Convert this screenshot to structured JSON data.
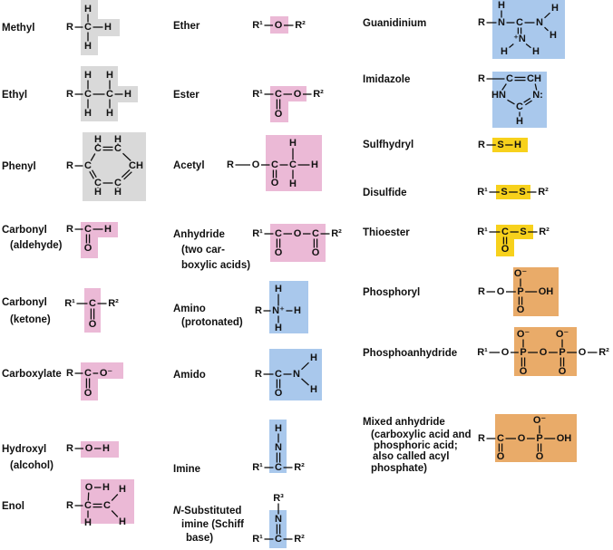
{
  "colors": {
    "alkyl": "#d9d9d9",
    "oxygen": "#ebb9d6",
    "nitrogen": "#a9c8ec",
    "sulfur": "#f7d11c",
    "phosphorus": "#e9ab69"
  },
  "groups": [
    {
      "id": "methyl",
      "name": "Methyl",
      "label_lines": [
        "Methyl"
      ],
      "color": "alkyl",
      "atoms": [
        "R",
        "C",
        "H",
        "H",
        "H"
      ]
    },
    {
      "id": "ethyl",
      "name": "Ethyl",
      "label_lines": [
        "Ethyl"
      ],
      "color": "alkyl",
      "atoms": [
        "R",
        "C",
        "C",
        "H",
        "H",
        "H",
        "H",
        "H"
      ]
    },
    {
      "id": "phenyl",
      "name": "Phenyl",
      "label_lines": [
        "Phenyl"
      ],
      "color": "alkyl",
      "atoms": [
        "R",
        "C",
        "C",
        "C",
        "CH",
        "C",
        "C",
        "H",
        "H",
        "H",
        "H"
      ]
    },
    {
      "id": "aldehyde",
      "name": "Carbonyl (aldehyde)",
      "label_lines": [
        "Carbonyl",
        "(aldehyde)"
      ],
      "color": "oxygen",
      "atoms": [
        "R",
        "C",
        "H",
        "O"
      ]
    },
    {
      "id": "ketone",
      "name": "Carbonyl (ketone)",
      "label_lines": [
        "Carbonyl",
        "(ketone)"
      ],
      "color": "oxygen",
      "atoms": [
        "R¹",
        "C",
        "R²",
        "O"
      ]
    },
    {
      "id": "carboxylate",
      "name": "Carboxylate",
      "label_lines": [
        "Carboxylate"
      ],
      "color": "oxygen",
      "atoms": [
        "R",
        "C",
        "O⁻",
        "O"
      ]
    },
    {
      "id": "hydroxyl",
      "name": "Hydroxyl (alcohol)",
      "label_lines": [
        "Hydroxyl",
        "(alcohol)"
      ],
      "color": "oxygen",
      "atoms": [
        "R",
        "O",
        "H"
      ]
    },
    {
      "id": "enol",
      "name": "Enol",
      "label_lines": [
        "Enol"
      ],
      "color": "oxygen",
      "atoms": [
        "R",
        "C",
        "C",
        "O",
        "H",
        "H",
        "H",
        "H"
      ]
    },
    {
      "id": "ether",
      "name": "Ether",
      "label_lines": [
        "Ether"
      ],
      "color": "oxygen",
      "atoms": [
        "R¹",
        "O",
        "R²"
      ]
    },
    {
      "id": "ester",
      "name": "Ester",
      "label_lines": [
        "Ester"
      ],
      "color": "oxygen",
      "atoms": [
        "R¹",
        "C",
        "O",
        "R²",
        "O"
      ]
    },
    {
      "id": "acetyl",
      "name": "Acetyl",
      "label_lines": [
        "Acetyl"
      ],
      "color": "oxygen",
      "atoms": [
        "R",
        "O",
        "C",
        "C",
        "H",
        "O",
        "H",
        "H"
      ]
    },
    {
      "id": "anhydride",
      "name": "Anhydride (two carboxylic acids)",
      "label_lines": [
        "Anhydride",
        "(two car-",
        "boxylic acids)"
      ],
      "color": "oxygen",
      "atoms": [
        "R¹",
        "C",
        "O",
        "C",
        "R²",
        "O",
        "O"
      ]
    },
    {
      "id": "amino",
      "name": "Amino (protonated)",
      "label_lines": [
        "Amino",
        "(protonated)"
      ],
      "color": "nitrogen",
      "atoms": [
        "R",
        "N⁺",
        "H",
        "H",
        "H"
      ]
    },
    {
      "id": "amido",
      "name": "Amido",
      "label_lines": [
        "Amido"
      ],
      "color": "nitrogen",
      "atoms": [
        "R",
        "C",
        "N",
        "H",
        "H",
        "O"
      ]
    },
    {
      "id": "imine",
      "name": "Imine",
      "label_lines": [
        "Imine"
      ],
      "color": "nitrogen",
      "atoms": [
        "H",
        "N",
        "C",
        "R¹",
        "R²"
      ]
    },
    {
      "id": "schiff",
      "name": "N-Substituted imine (Schiff base)",
      "label_italic_prefix": "N",
      "label_lines": [
        "-Substituted",
        "imine (Schiff",
        "base)"
      ],
      "color": "nitrogen",
      "atoms": [
        "R³",
        "N",
        "C",
        "R¹",
        "R²"
      ]
    },
    {
      "id": "guanidinium",
      "name": "Guanidinium",
      "label_lines": [
        "Guanidinium"
      ],
      "color": "nitrogen",
      "atoms": [
        "R",
        "N",
        "C",
        "N",
        "H",
        "H",
        "H",
        "⁺N",
        "H",
        "H"
      ]
    },
    {
      "id": "imidazole",
      "name": "Imidazole",
      "label_lines": [
        "Imidazole"
      ],
      "color": "nitrogen",
      "atoms": [
        "R",
        "C",
        "CH",
        "HN",
        "N:",
        "C",
        "H"
      ]
    },
    {
      "id": "sulfhydryl",
      "name": "Sulfhydryl",
      "label_lines": [
        "Sulfhydryl"
      ],
      "color": "sulfur",
      "atoms": [
        "R",
        "S",
        "H"
      ]
    },
    {
      "id": "disulfide",
      "name": "Disulfide",
      "label_lines": [
        "Disulfide"
      ],
      "color": "sulfur",
      "atoms": [
        "R¹",
        "S",
        "S",
        "R²"
      ]
    },
    {
      "id": "thioester",
      "name": "Thioester",
      "label_lines": [
        "Thioester"
      ],
      "color": "sulfur",
      "atoms": [
        "R¹",
        "C",
        "S",
        "R²",
        "O"
      ]
    },
    {
      "id": "phosphoryl",
      "name": "Phosphoryl",
      "label_lines": [
        "Phosphoryl"
      ],
      "color": "phosphorus",
      "atoms": [
        "R",
        "O",
        "P",
        "OH",
        "O⁻",
        "O"
      ]
    },
    {
      "id": "phosphoanhydride",
      "name": "Phosphoanhydride",
      "label_lines": [
        "Phosphoanhydride"
      ],
      "color": "phosphorus",
      "atoms": [
        "R¹",
        "O",
        "P",
        "O",
        "P",
        "O",
        "R²",
        "O⁻",
        "O⁻",
        "O",
        "O"
      ]
    },
    {
      "id": "mixed",
      "name": "Mixed anhydride",
      "label_lines": [
        "Mixed anhydride",
        "(carboxylic acid and",
        "phosphoric acid;",
        "also called acyl",
        "phosphate)"
      ],
      "color": "phosphorus",
      "atoms": [
        "R",
        "C",
        "O",
        "P",
        "OH",
        "O",
        "O⁻",
        "O"
      ]
    }
  ]
}
